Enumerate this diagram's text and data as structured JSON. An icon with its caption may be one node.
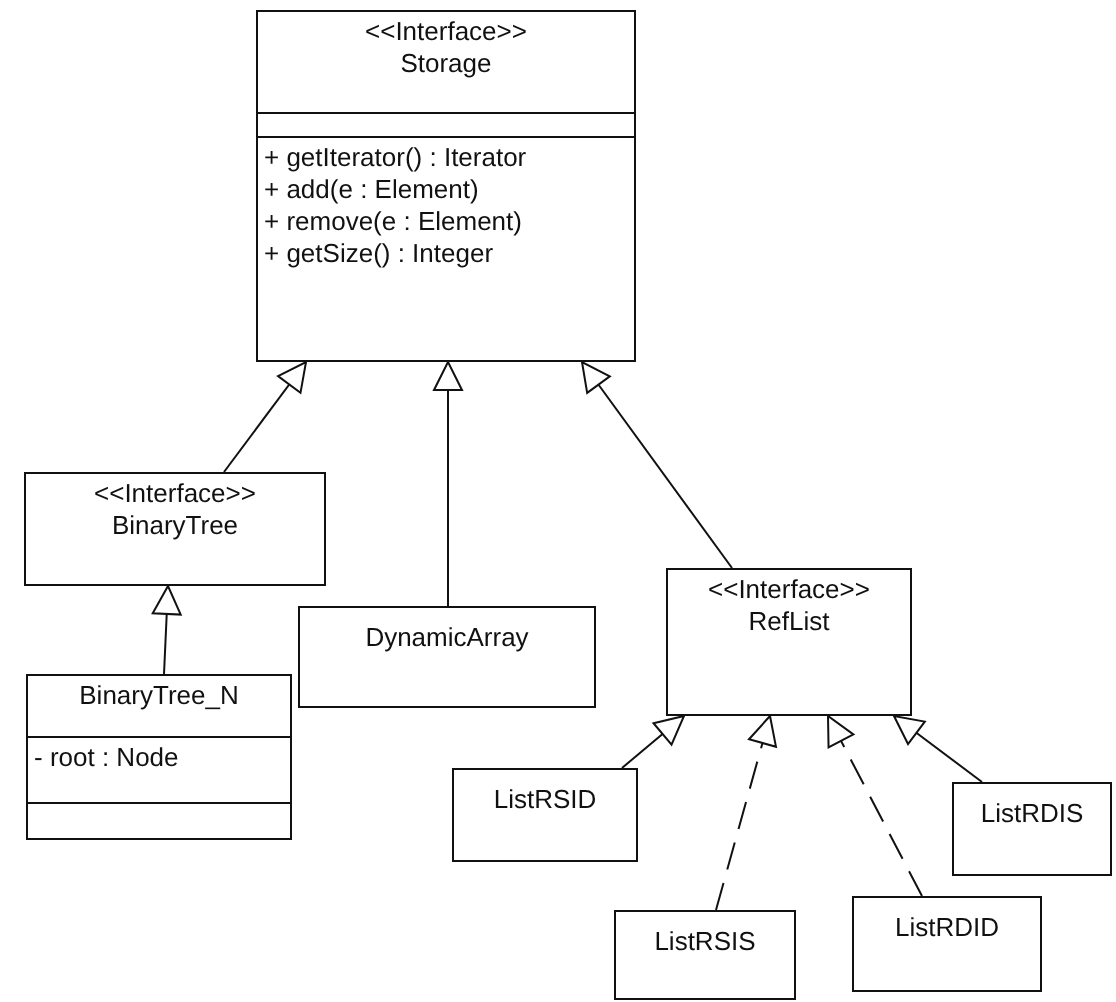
{
  "diagram": {
    "nodes": [
      {
        "text": [
          "<<Interface>>",
          "Storage",
          "+ getIterator() : Iterator",
          "+ add(e : Element)",
          "+ remove(e : Element)",
          "+ getSize() : Integer"
        ]
      },
      {
        "text": [
          "<<Interface>>",
          "BinaryTree"
        ]
      },
      {
        "text": [
          "DynamicArray"
        ]
      },
      {
        "text": [
          "<<Interface>>",
          "RefList"
        ]
      },
      {
        "text": [
          "BinaryTree_N",
          "- root : Node"
        ]
      },
      {
        "text": [
          "ListRSID"
        ]
      },
      {
        "text": [
          "ListRDIS"
        ]
      },
      {
        "text": [
          "ListRSIS"
        ]
      },
      {
        "text": [
          "ListRDID"
        ]
      }
    ],
    "edges": [
      {
        "from": 1,
        "to": 0,
        "arrow": "to"
      },
      {
        "from": 2,
        "to": 0,
        "arrow": "to"
      },
      {
        "from": 3,
        "to": 0,
        "arrow": "to"
      },
      {
        "from": 4,
        "to": 1,
        "arrow": "to"
      },
      {
        "from": 5,
        "to": 3,
        "arrow": "to"
      },
      {
        "from": 7,
        "to": 3,
        "arrow": "to",
        "style": "dashed"
      },
      {
        "from": 8,
        "to": 3,
        "arrow": "to",
        "style": "dashed"
      },
      {
        "from": 6,
        "to": 3,
        "arrow": "to"
      }
    ]
  }
}
